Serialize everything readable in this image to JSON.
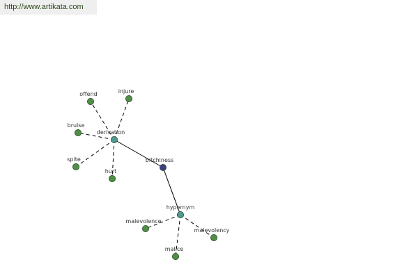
{
  "header": {
    "url": "http://www.artikata.com"
  },
  "graph": {
    "nodes": [
      {
        "id": "bitchiness",
        "label": "bitchiness",
        "role": "root"
      },
      {
        "id": "derivation",
        "label": "derivation",
        "role": "relation"
      },
      {
        "id": "hypernym",
        "label": "hypernym",
        "role": "relation"
      },
      {
        "id": "offend",
        "label": "offend",
        "role": "word"
      },
      {
        "id": "injure",
        "label": "injure",
        "role": "word"
      },
      {
        "id": "bruise",
        "label": "bruise",
        "role": "word"
      },
      {
        "id": "spite",
        "label": "spite",
        "role": "word"
      },
      {
        "id": "hurt",
        "label": "hurt",
        "role": "word"
      },
      {
        "id": "malevolence",
        "label": "malevolence",
        "role": "word"
      },
      {
        "id": "malevolency",
        "label": "malevolency",
        "role": "word"
      },
      {
        "id": "malice",
        "label": "malice",
        "role": "word"
      }
    ],
    "edges": [
      {
        "from": "bitchiness",
        "to": "derivation",
        "style": "solid"
      },
      {
        "from": "bitchiness",
        "to": "hypernym",
        "style": "solid"
      },
      {
        "from": "derivation",
        "to": "offend",
        "style": "dashed"
      },
      {
        "from": "derivation",
        "to": "injure",
        "style": "dashed"
      },
      {
        "from": "derivation",
        "to": "bruise",
        "style": "dashed"
      },
      {
        "from": "derivation",
        "to": "spite",
        "style": "dashed"
      },
      {
        "from": "derivation",
        "to": "hurt",
        "style": "dashed"
      },
      {
        "from": "hypernym",
        "to": "malevolence",
        "style": "dashed"
      },
      {
        "from": "hypernym",
        "to": "malevolency",
        "style": "dashed"
      },
      {
        "from": "hypernym",
        "to": "malice",
        "style": "dashed"
      }
    ],
    "colors": {
      "root": "#3d3f86",
      "relation": "#4f9a92",
      "word": "#4e8f45",
      "node_stroke": "#2c4a2a",
      "edge": "#000000"
    }
  }
}
